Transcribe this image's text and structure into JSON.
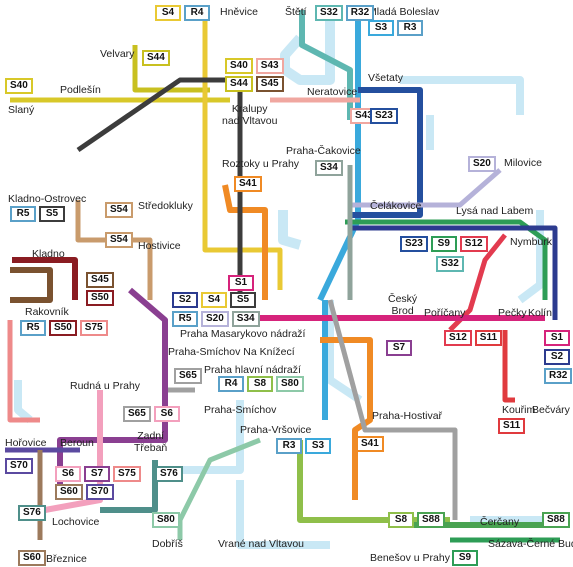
{
  "colors": {
    "S1": "#d6237b",
    "S2": "#2c3b8f",
    "S3": "#3aa9dc",
    "S4": "#e9c934",
    "S5": "#3c3c3c",
    "S6": "#f3a0bd",
    "S7": "#8a3f91",
    "S8": "#8fbf4a",
    "S9": "#2e9d56",
    "S11": "#e03a3e",
    "S12": "#e23b4f",
    "S20": "#b5b2d9",
    "S23": "#244f9e",
    "S32": "#5eb7b1",
    "S34": "#8fa39b",
    "S40": "#d8c829",
    "S41": "#f08a24",
    "S43": "#f0a7a0",
    "S44": "#c8c020",
    "S45": "#7a5230",
    "S50": "#8a1c22",
    "S54": "#c99b6c",
    "S60": "#9c7a5c",
    "S65": "#a0a0a0",
    "S70": "#5b4aa0",
    "S75": "#ee8a8a",
    "S76": "#4f8f8a",
    "S80": "#8dc9a8",
    "S88": "#4aa352",
    "R": "#c9e8f5"
  },
  "stations": [
    {
      "id": "hnevice",
      "label": "Hněvice"
    },
    {
      "id": "steti",
      "label": "Štětí"
    },
    {
      "id": "mlada_boleslav",
      "label": "Mladá Boleslav"
    },
    {
      "id": "velvary",
      "label": "Velvary"
    },
    {
      "id": "slany",
      "label": "Slaný"
    },
    {
      "id": "podlesin",
      "label": "Podlešín"
    },
    {
      "id": "neratovice",
      "label": "Neratovice"
    },
    {
      "id": "vsetaty",
      "label": "Všetaty"
    },
    {
      "id": "kralupy",
      "label": "Kralupy\nnad Vltavou"
    },
    {
      "id": "praha_cakovice",
      "label": "Praha-Čakovice"
    },
    {
      "id": "milovice",
      "label": "Milovice"
    },
    {
      "id": "roztoky",
      "label": "Roztoky u Prahy"
    },
    {
      "id": "celakovice",
      "label": "Čelákovice"
    },
    {
      "id": "lysa",
      "label": "Lysá nad Labem"
    },
    {
      "id": "kladno_ostrovec",
      "label": "Kladno-Ostrovec"
    },
    {
      "id": "stredokluky",
      "label": "Středokluky"
    },
    {
      "id": "kladno",
      "label": "Kladno"
    },
    {
      "id": "hostivice",
      "label": "Hostivice"
    },
    {
      "id": "nymburk",
      "label": "Nymburk"
    },
    {
      "id": "rakovnik",
      "label": "Rakovník"
    },
    {
      "id": "cesky_brod",
      "label": "Český\nBrod"
    },
    {
      "id": "porican",
      "label": "Poříčany"
    },
    {
      "id": "pecky",
      "label": "Pečky"
    },
    {
      "id": "kolin",
      "label": "Kolín"
    },
    {
      "id": "praha_masarykovo",
      "label": "Praha Masarykovo nádraží"
    },
    {
      "id": "praha_smichov_nk",
      "label": "Praha-Smíchov Na Knížecí"
    },
    {
      "id": "praha_hl_n",
      "label": "Praha hlavní nádraží"
    },
    {
      "id": "rudna",
      "label": "Rudná u Prahy"
    },
    {
      "id": "praha_smichov",
      "label": "Praha-Smíchov"
    },
    {
      "id": "becvary",
      "label": "Bečváry"
    },
    {
      "id": "kourim",
      "label": "Kouřim"
    },
    {
      "id": "praha_hostivar",
      "label": "Praha-Hostivař"
    },
    {
      "id": "praha_vrsovice",
      "label": "Praha-Vršovice"
    },
    {
      "id": "horovice",
      "label": "Hořovice"
    },
    {
      "id": "beroun",
      "label": "Beroun"
    },
    {
      "id": "zadni_treban",
      "label": "Zadní\nTřebaň"
    },
    {
      "id": "lochovice",
      "label": "Lochovice"
    },
    {
      "id": "cercany",
      "label": "Čerčany"
    },
    {
      "id": "sazava",
      "label": "Sázava-Černé Budy"
    },
    {
      "id": "dobris",
      "label": "Dobříš"
    },
    {
      "id": "vrane",
      "label": "Vrané nad Vltavou"
    },
    {
      "id": "benesov",
      "label": "Benešov u Prahy"
    },
    {
      "id": "breznice",
      "label": "Březnice"
    }
  ],
  "badge_groups": [
    {
      "id": "g_s4r4",
      "items": [
        "S4",
        "R4"
      ]
    },
    {
      "id": "g_s32r32",
      "items": [
        "S32",
        "R32"
      ]
    },
    {
      "id": "g_s3r3",
      "items": [
        "S3",
        "R3"
      ]
    },
    {
      "id": "g_s44a",
      "items": [
        "S44"
      ]
    },
    {
      "id": "g_s40",
      "items": [
        "S40"
      ]
    },
    {
      "id": "g_s40s43",
      "items": [
        "S40",
        "S43"
      ]
    },
    {
      "id": "g_s44s45",
      "items": [
        "S44",
        "S45"
      ]
    },
    {
      "id": "g_s43",
      "items": [
        "S43"
      ]
    },
    {
      "id": "g_s23a",
      "items": [
        "S23"
      ]
    },
    {
      "id": "g_s34",
      "items": [
        "S34"
      ]
    },
    {
      "id": "g_s20",
      "items": [
        "S20"
      ]
    },
    {
      "id": "g_s41a",
      "items": [
        "S41"
      ]
    },
    {
      "id": "g_r5s5",
      "items": [
        "R5",
        "S5"
      ]
    },
    {
      "id": "g_s54a",
      "items": [
        "S54"
      ]
    },
    {
      "id": "g_s54b",
      "items": [
        "S54"
      ]
    },
    {
      "id": "g_s23s9s12",
      "items": [
        "S23",
        "S9",
        "S12"
      ]
    },
    {
      "id": "g_s32b",
      "items": [
        "S32"
      ]
    },
    {
      "id": "g_s45",
      "items": [
        "S45"
      ]
    },
    {
      "id": "g_s50a",
      "items": [
        "S50"
      ]
    },
    {
      "id": "g_s1a",
      "items": [
        "S1"
      ]
    },
    {
      "id": "g_s2s4s5",
      "items": [
        "S2",
        "S4",
        "S5"
      ]
    },
    {
      "id": "g_r5s20s34",
      "items": [
        "R5",
        "S20",
        "S34"
      ]
    },
    {
      "id": "g_r5s50s75",
      "items": [
        "R5",
        "S50",
        "S75"
      ]
    },
    {
      "id": "g_s7a",
      "items": [
        "S7"
      ]
    },
    {
      "id": "g_s12s11",
      "items": [
        "S12",
        "S11"
      ]
    },
    {
      "id": "g_s1b",
      "items": [
        "S1"
      ]
    },
    {
      "id": "g_s2b",
      "items": [
        "S2"
      ]
    },
    {
      "id": "g_r32",
      "items": [
        "R32"
      ]
    },
    {
      "id": "g_s65",
      "items": [
        "S65"
      ]
    },
    {
      "id": "g_r4s8s80",
      "items": [
        "R4",
        "S8",
        "S80"
      ]
    },
    {
      "id": "g_s65s6",
      "items": [
        "S65",
        "S6"
      ]
    },
    {
      "id": "g_s11b",
      "items": [
        "S11"
      ]
    },
    {
      "id": "g_r3s3",
      "items": [
        "R3",
        "S3"
      ]
    },
    {
      "id": "g_s41b",
      "items": [
        "S41"
      ]
    },
    {
      "id": "g_s70a",
      "items": [
        "S70"
      ]
    },
    {
      "id": "g_s6s7s75",
      "items": [
        "S6",
        "S7",
        "S75"
      ]
    },
    {
      "id": "g_s76a",
      "items": [
        "S76"
      ]
    },
    {
      "id": "g_s60s70",
      "items": [
        "S60",
        "S70"
      ]
    },
    {
      "id": "g_s76b",
      "items": [
        "S76"
      ]
    },
    {
      "id": "g_s80",
      "items": [
        "S80"
      ]
    },
    {
      "id": "g_s8s88",
      "items": [
        "S8",
        "S88"
      ]
    },
    {
      "id": "g_s88",
      "items": [
        "S88"
      ]
    },
    {
      "id": "g_s9",
      "items": [
        "S9"
      ]
    },
    {
      "id": "g_s60b",
      "items": [
        "S60"
      ]
    }
  ]
}
